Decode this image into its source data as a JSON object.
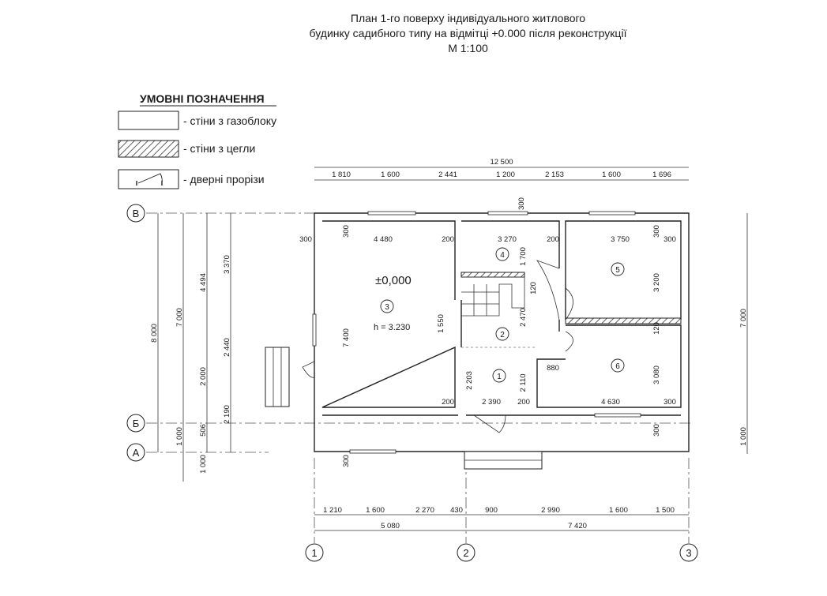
{
  "title": {
    "line1": "План 1-го поверху індивідуального житлового",
    "line2": "будинку садибного типу на відмітці  +0.000 після реконструкції",
    "line3": "М 1:100"
  },
  "legend": {
    "heading": "УМОВНІ ПОЗНАЧЕННЯ",
    "items": [
      {
        "label": "- стіни з газоблоку"
      },
      {
        "label": "- стіни з цегли"
      },
      {
        "label": "- дверні прорізи"
      }
    ]
  },
  "axes": {
    "rows": [
      "В",
      "Б",
      "А"
    ],
    "cols": [
      "1",
      "2",
      "3"
    ]
  },
  "rooms": [
    {
      "num": "1"
    },
    {
      "num": "2"
    },
    {
      "num": "3"
    },
    {
      "num": "4"
    },
    {
      "num": "5"
    },
    {
      "num": "6"
    }
  ],
  "marks": {
    "level": "±0,000",
    "height": "h = 3.230"
  },
  "dims": {
    "top_total": "12 500",
    "top_chain": [
      "1 810",
      "1 600",
      "2 441",
      "1 200",
      "2 153",
      "1 600",
      "1 696"
    ],
    "bottom_chain": [
      "1 210",
      "1 600",
      "2 270",
      "430",
      "900",
      "2 990",
      "1 600",
      "1 500"
    ],
    "bottom_sub": [
      "5 080",
      "7 420"
    ],
    "left_outer": [
      "8 000",
      "7 000",
      "1 000",
      "1 000"
    ],
    "left_mid": [
      "4 494",
      "2 000",
      "506"
    ],
    "left_inner": [
      "3 370",
      "2 440",
      "2 190"
    ],
    "right": [
      "7 000",
      "1 000"
    ],
    "internal": [
      "300",
      "300",
      "4 480",
      "200",
      "3 270",
      "200",
      "3 750",
      "300",
      "300",
      "300",
      "1 700",
      "120",
      "2 470",
      "1 550",
      "3 200",
      "120",
      "7 400",
      "2 203",
      "2 110",
      "880",
      "3 080",
      "200",
      "2 390",
      "200",
      "4 630",
      "300",
      "300",
      "300"
    ]
  }
}
